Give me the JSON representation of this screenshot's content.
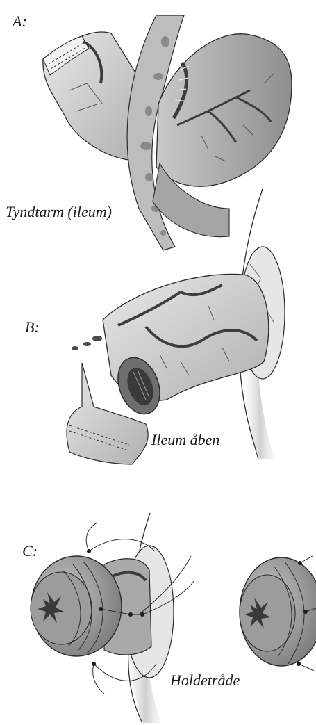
{
  "panels": [
    {
      "letter": "A:",
      "caption": "Tyndtarm (ileum)"
    },
    {
      "letter": "B:",
      "caption": "Ileum åben"
    },
    {
      "letter": "C:",
      "caption": "Holdetråde"
    }
  ],
  "colors": {
    "tissue_light": "#d9d9d9",
    "tissue_mid": "#b5b5b5",
    "tissue_dark": "#8c8c8c",
    "vessel": "#3d3d3d",
    "outline": "#2b2b2b",
    "background": "#ffffff"
  }
}
